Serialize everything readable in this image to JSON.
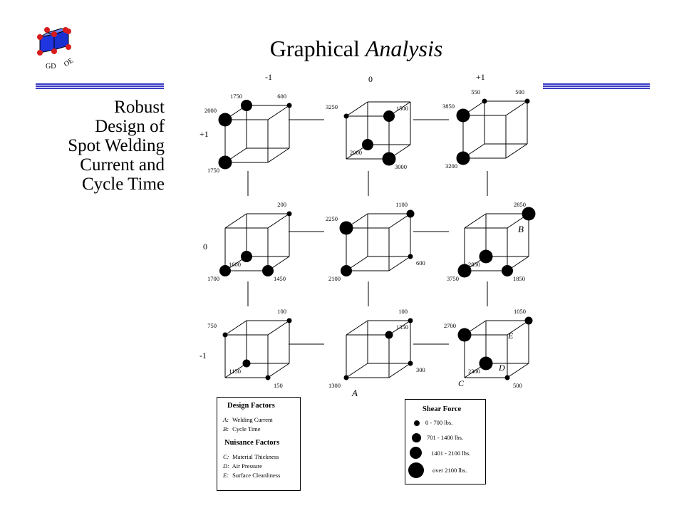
{
  "title": {
    "main": "Graphical",
    "italic": "Analysis"
  },
  "logo": {
    "text_left": "GD",
    "text_right": "OE"
  },
  "side_title": [
    "Robust",
    "Design of",
    "Spot Welding",
    "Current and",
    "Cycle Time"
  ],
  "column_labels": [
    "-1",
    "0",
    "+1"
  ],
  "row_labels": [
    "+1",
    "0",
    "-1"
  ],
  "axis_labels": {
    "A": "A",
    "B": "B",
    "C": "C",
    "D": "D",
    "E": "E"
  },
  "cubes": [
    {
      "id": "r1c1",
      "ftl": "2000",
      "fbl": "1750",
      "btr": "600",
      "btl": "1750",
      "dots": {
        "ftl": 4,
        "fbl": 4,
        "btr": 1,
        "btl": 3
      }
    },
    {
      "id": "r1c2",
      "ftl": "3250",
      "ftr": "1500",
      "fbr": "3000",
      "bbl": "2000",
      "dots": {
        "ftl": 1,
        "ftr": 3,
        "fbr": 4,
        "bbl": 3
      }
    },
    {
      "id": "r1c3",
      "ftl": "3850",
      "fbl": "3200",
      "btl": "550",
      "btr": "500",
      "dots": {
        "ftl": 4,
        "fbl": 4,
        "btl": 1,
        "btr": 1
      }
    },
    {
      "id": "r2c1",
      "fbl": "1700",
      "btr": "200",
      "bbl": "1600",
      "fbr": "1450",
      "dots": {
        "fbl": 3,
        "btr": 1,
        "bbl": 3,
        "fbr": 3
      }
    },
    {
      "id": "r2c2",
      "ftl": "2250",
      "btr": "1100",
      "fbl": "2100",
      "bbr": "600",
      "dots": {
        "ftl": 4,
        "btr": 2,
        "fbl": 3,
        "bbr": 1
      }
    },
    {
      "id": "r2c3",
      "fbl": "3750",
      "btr": "2850",
      "bbl": "2850",
      "fbr": "1850",
      "dots": {
        "fbl": 4,
        "btr": 4,
        "bbl": 4,
        "fbr": 3
      }
    },
    {
      "id": "r3c1",
      "btr": "100",
      "ftl": "750",
      "bbl": "1150",
      "fbr": "150",
      "dots": {
        "btr": 1,
        "ftl": 1,
        "bbl": 2,
        "fbr": 1
      }
    },
    {
      "id": "r3c2",
      "ftr": "1350",
      "btr": "100",
      "bbr": "300",
      "fbl": "1300",
      "dots": {
        "ftr": 2,
        "btr": 1,
        "bbr": 1,
        "fbl": 1
      }
    },
    {
      "id": "r3c3",
      "btr": "1050",
      "ftl": "2700",
      "bbl": "2300",
      "fbr": "500",
      "dots": {
        "btr": 2,
        "ftl": 4,
        "bbl": 4,
        "fbr": 1
      }
    }
  ],
  "design_legend": {
    "heading1": "Design Factors",
    "factors1": [
      {
        "key": "A:",
        "label": "Welding Current"
      },
      {
        "key": "B:",
        "label": "Cycle Time"
      }
    ],
    "heading2": "Nuisance Factors",
    "factors2": [
      {
        "key": "C:",
        "label": "Material Thickness"
      },
      {
        "key": "D:",
        "label": "Air Pressure"
      },
      {
        "key": "E:",
        "label": "Surface Cleanliness"
      }
    ]
  },
  "shear_legend": {
    "heading": "Shear Force",
    "ranges": [
      "0 - 700 lbs.",
      "701 - 1400 lbs.",
      "1401 - 2100 lbs.",
      "over 2100 lbs."
    ]
  },
  "colors": {
    "accent_rule": "#3b3bc4",
    "logo_blue": "#1f35e0",
    "logo_red": "#d81b1b"
  }
}
